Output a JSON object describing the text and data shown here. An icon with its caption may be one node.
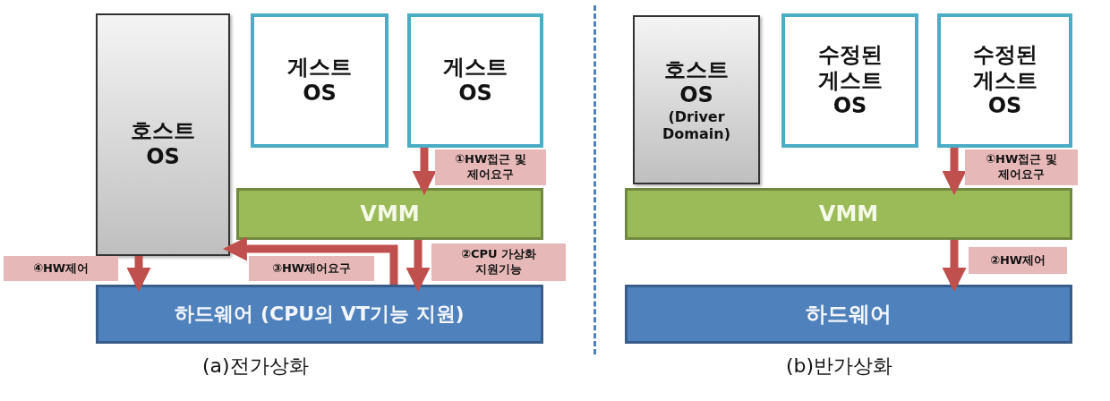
{
  "diagram": {
    "nodes": [
      {
        "text": [
          "호스트 OS"
        ]
      },
      {
        "text": [
          "게스트 OS"
        ]
      },
      {
        "text": [
          "게스트 OS"
        ]
      },
      {
        "text": [
          "VMM"
        ]
      },
      {
        "text": [
          "하드웨어 (CPU의 VT기능 지원)"
        ]
      },
      {
        "text": [
          "호스트 OS",
          "(Driver Domain)"
        ]
      },
      {
        "text": [
          "수정된 게스트 OS"
        ]
      },
      {
        "text": [
          "수정된 게스트 OS"
        ]
      },
      {
        "text": [
          "VMM"
        ]
      },
      {
        "text": [
          "하드웨어"
        ]
      }
    ],
    "edges": [
      {
        "from": 2,
        "to": 3,
        "arrow": "to",
        "label": "①HW접근 및 제어요구"
      },
      {
        "from": 3,
        "to": 4,
        "arrow": "to",
        "label": "②CPU 가상화 지원기능"
      },
      {
        "from": 4,
        "to": 0,
        "arrow": "to",
        "label": "③HW제어요구"
      },
      {
        "from": 0,
        "to": 4,
        "arrow": "to",
        "label": "④HW제어"
      },
      {
        "from": 7,
        "to": 8,
        "arrow": "to",
        "label": "①HW접근 및 제어요구"
      },
      {
        "from": 8,
        "to": 9,
        "arrow": "to",
        "label": "②HW제어"
      }
    ],
    "labels": [
      "(a)전가상화",
      "(b)반가상화"
    ]
  }
}
